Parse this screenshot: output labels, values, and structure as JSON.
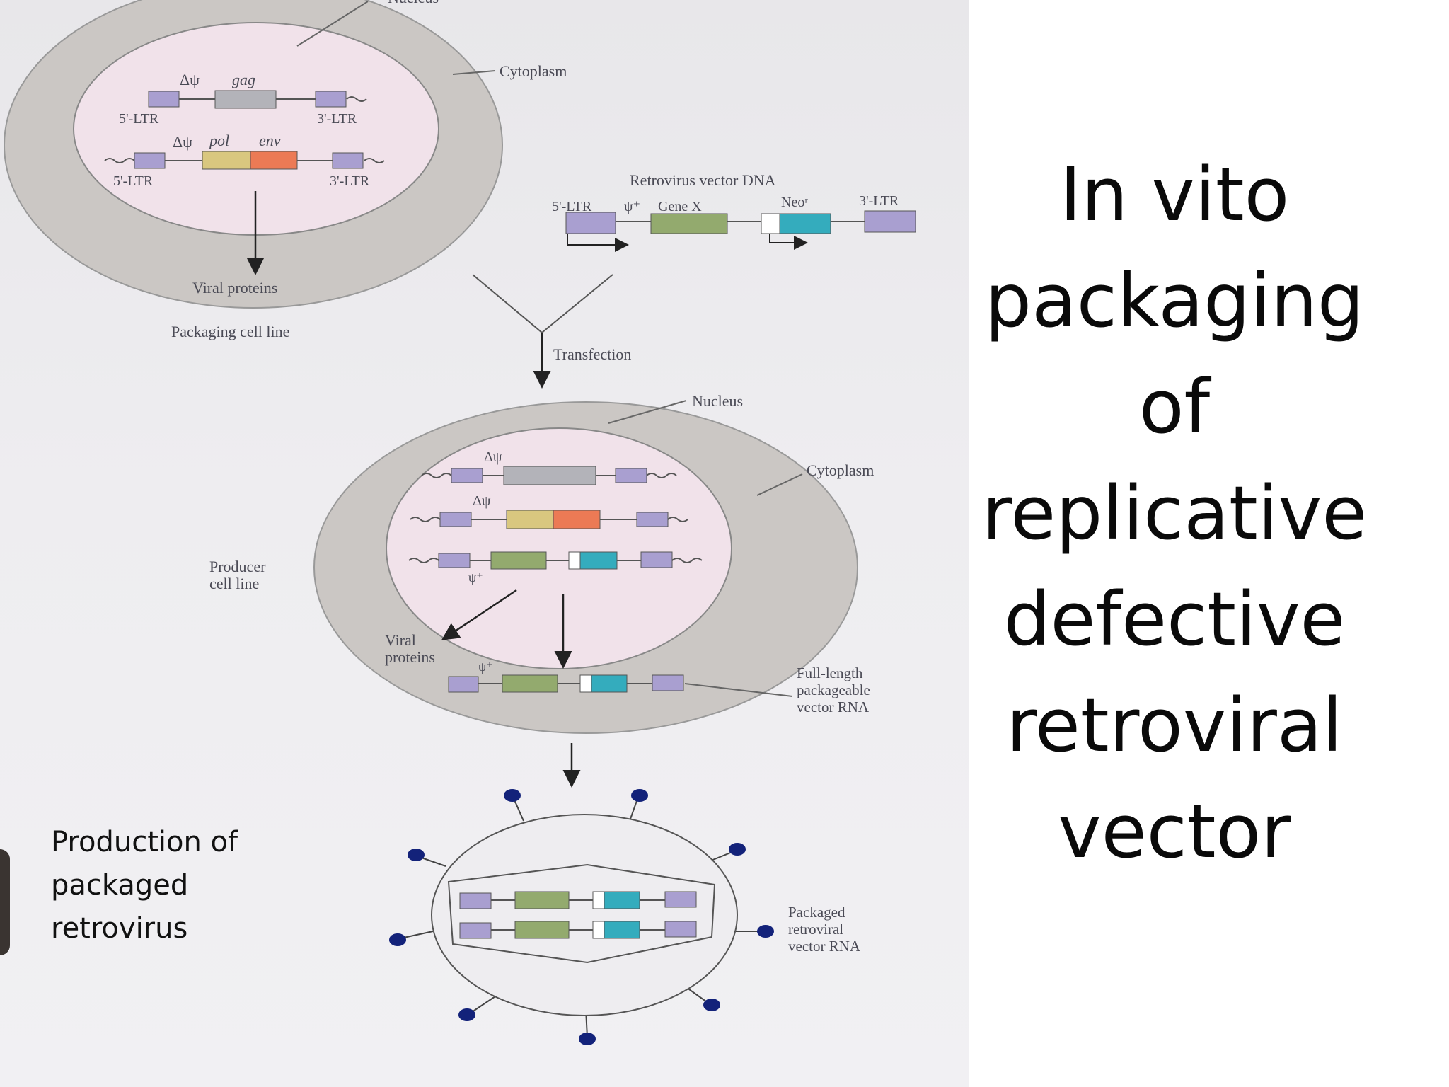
{
  "slide": {
    "title_lines": [
      "In vito",
      "packaging",
      "of",
      "replicative",
      "defective",
      "retroviral",
      "vector"
    ],
    "caption_lines": [
      "Production of",
      "packaged",
      "retrovirus"
    ]
  },
  "diagram": {
    "packaging_cell": {
      "nucleus_label": "Nucleus",
      "cytoplasm_label": "Cytoplasm",
      "construct1": {
        "psi": "Δψ",
        "gene": "gag",
        "ltr5": "5'-LTR",
        "ltr3": "3'-LTR"
      },
      "construct2": {
        "psi": "Δψ",
        "gene1": "pol",
        "gene2": "env",
        "ltr5": "5'-LTR",
        "ltr3": "3'-LTR"
      },
      "viral_proteins_label": "Viral proteins",
      "cell_line_label": "Packaging cell line"
    },
    "vector_dna": {
      "title": "Retrovirus vector DNA",
      "ltr5": "5'-LTR",
      "psi": "ψ⁺",
      "gene": "Gene X",
      "neo": "Neoʳ",
      "ltr3": "3'-LTR"
    },
    "transfection_label": "Transfection",
    "producer_cell": {
      "nucleus_label": "Nucleus",
      "cytoplasm_label": "Cytoplasm",
      "cell_line_label_1": "Producer",
      "cell_line_label_2": "cell line",
      "psi_minus_1": "Δψ",
      "psi_minus_2": "Δψ",
      "psi_plus_1": "ψ⁺",
      "psi_plus_2": "ψ⁺",
      "viral_proteins_1": "Viral",
      "viral_proteins_2": "proteins",
      "rna_label_1": "Full-length",
      "rna_label_2": "packageable",
      "rna_label_3": "vector RNA"
    },
    "virion": {
      "label_1": "Packaged",
      "label_2": "retroviral",
      "label_3": "vector RNA"
    }
  },
  "colors": {
    "ltr": "#a99fd0",
    "gag": "#b3b3b9",
    "pol": "#d9c77f",
    "env": "#ec7a55",
    "gene_x": "#93aa6e",
    "neo": "#34acbd",
    "spike": "#13227a",
    "cytoplasm": "#cbc7c4",
    "nucleus": "#f1e2ea"
  }
}
